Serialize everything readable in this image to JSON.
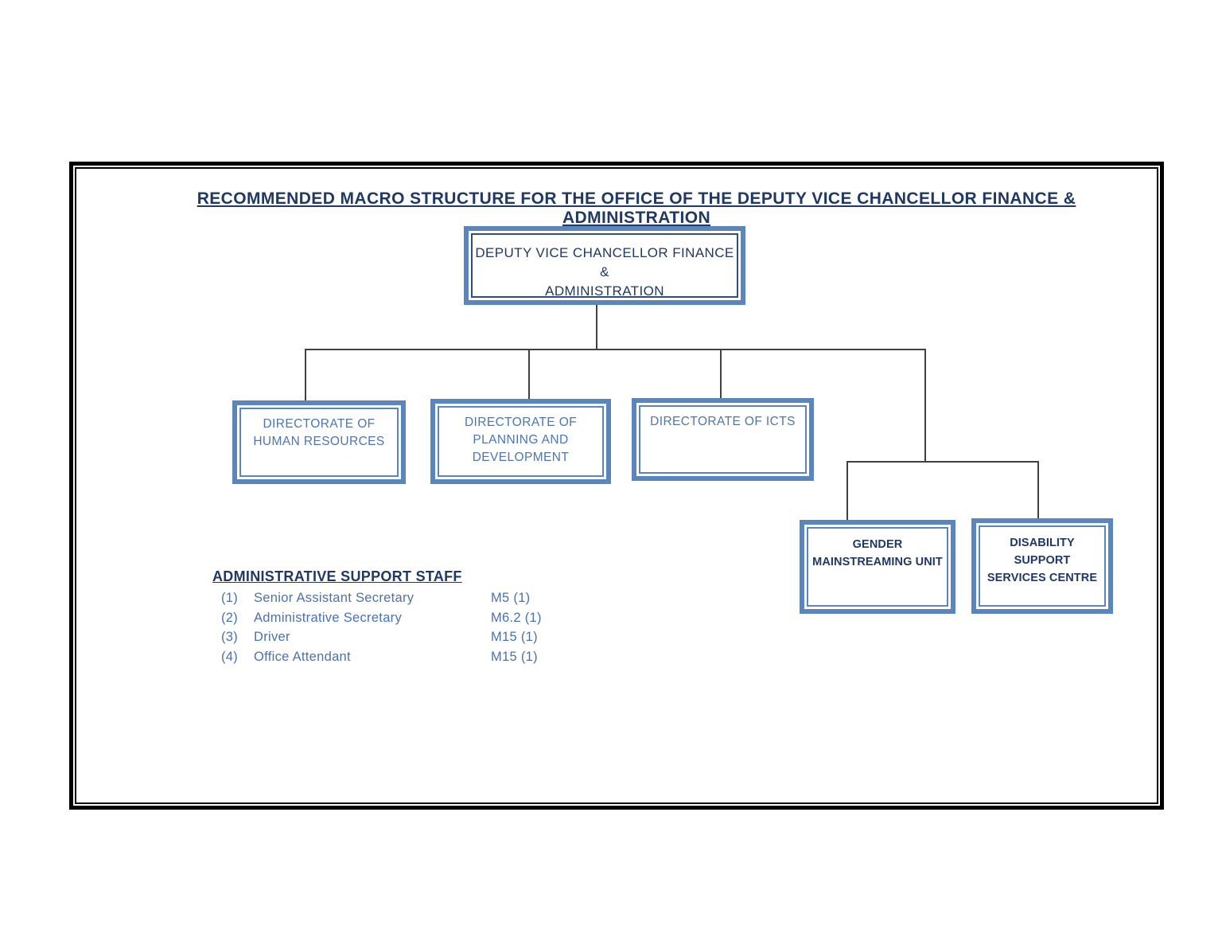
{
  "page": {
    "title": "RECOMMENDED MACRO STRUCTURE FOR THE OFFICE OF THE DEPUTY VICE CHANCELLOR FINANCE & ADMINISTRATION"
  },
  "org": {
    "root": {
      "label": "DEPUTY VICE CHANCELLOR FINANCE &\nADMINISTRATION"
    },
    "directorates": [
      {
        "label": "DIRECTORATE OF\nHUMAN RESOURCES"
      },
      {
        "label": "DIRECTORATE OF\nPLANNING AND\nDEVELOPMENT"
      },
      {
        "label": "DIRECTORATE OF ICTS"
      }
    ],
    "units": [
      {
        "label": "GENDER\nMAINSTREAMING UNIT"
      },
      {
        "label": "DISABILITY SUPPORT\nSERVICES CENTRE"
      }
    ]
  },
  "admin_staff": {
    "heading": "ADMINISTRATIVE SUPPORT STAFF",
    "rows": [
      {
        "num": "(1)",
        "role": "Senior Assistant Secretary",
        "grade": "M5 (1)"
      },
      {
        "num": "(2)",
        "role": "Administrative Secretary",
        "grade": "M6.2 (1)"
      },
      {
        "num": "(3)",
        "role": "Driver",
        "grade": "M15 (1)"
      },
      {
        "num": "(4)",
        "role": "Office Attendant",
        "grade": "M15 (1)"
      }
    ]
  },
  "colors": {
    "title_text": "#1F3864",
    "root_box_text": "#1F3864",
    "directorate_text": "#4D76AE",
    "unit_text": "#1F3864",
    "list_text": "#4A72AE",
    "box_outer_border": "#5B85BD",
    "box_inner_border_dark": "#2F4E7C",
    "connector": "#404040",
    "frame_border": "#000000"
  }
}
